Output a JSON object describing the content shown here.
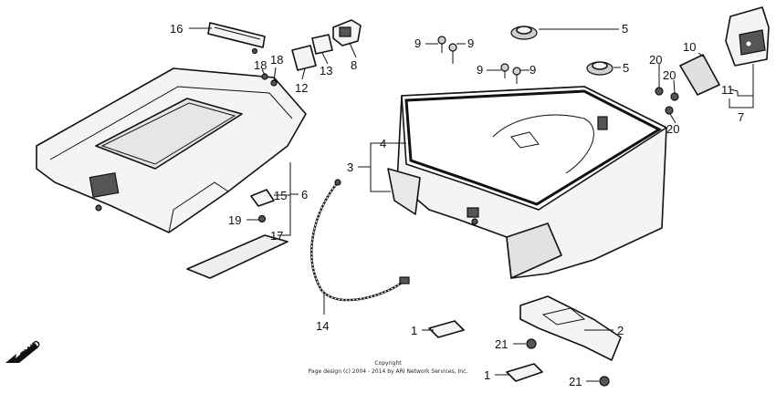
{
  "callouts": {
    "c16": "16",
    "c18a": "18",
    "c18b": "18",
    "c12": "12",
    "c13": "13",
    "c8": "8",
    "c9a": "9",
    "c9b": "9",
    "c9c": "9",
    "c9d": "9",
    "c5a": "5",
    "c5b": "5",
    "c10": "10",
    "c11": "11",
    "c7": "7",
    "c20a": "20",
    "c20b": "20",
    "c20c": "20",
    "c4": "4",
    "c3": "3",
    "c6": "6",
    "c15": "15",
    "c19": "19",
    "c17": "17",
    "c14": "14",
    "c1a": "1",
    "c1b": "1",
    "c2": "2",
    "c21a": "21",
    "c21b": "21"
  },
  "footer": {
    "line1": "Copyright",
    "line2": "Page design (c) 2004 - 2014 by ARI Network Services, Inc."
  },
  "direction": {
    "label": "FWD"
  },
  "colors": {
    "ink": "#111111",
    "paper": "#ffffff",
    "shade": "#555555"
  }
}
